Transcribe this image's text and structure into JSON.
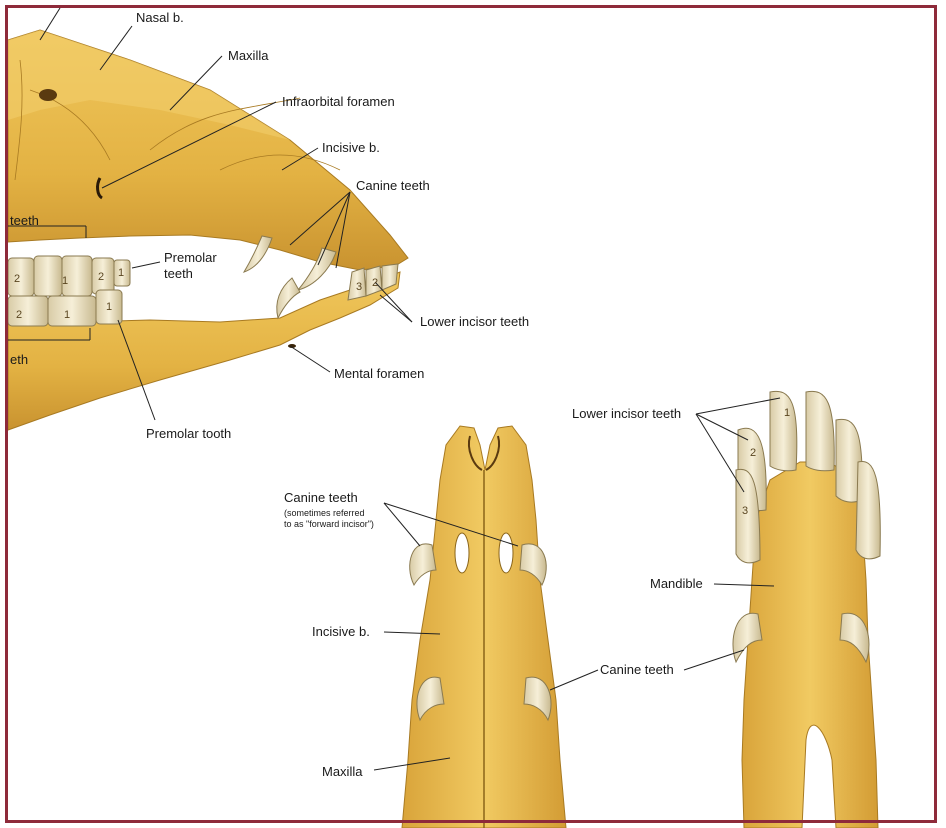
{
  "colors": {
    "border": "#8e2a3a",
    "bone": "#e7b94a",
    "bone_shade": "#c9922a",
    "tooth": "#f2ead0",
    "tooth_shade": "#cbbd96",
    "leader": "#222222"
  },
  "labels": {
    "nasal_bone": "Nasal b.",
    "maxilla_top": "Maxilla",
    "infraorbital_foramen": "Infraorbital foramen",
    "incisive_bone_top": "Incisive b.",
    "canine_teeth_top": "Canine teeth",
    "teeth_partial_upper": "teeth",
    "premolar_teeth_line1": "Premolar",
    "premolar_teeth_line2": "teeth",
    "lower_incisor_teeth_side": "Lower incisor teeth",
    "teeth_partial_lower": "eth",
    "mental_foramen": "Mental foramen",
    "premolar_tooth": "Premolar tooth",
    "lower_incisor_teeth_ventral": "Lower incisor teeth",
    "canine_teeth_middle": "Canine teeth",
    "canine_note_line1": "(sometimes referred",
    "canine_note_line2": "to as \"forward incisor\")",
    "mandible": "Mandible",
    "incisive_bone_middle": "Incisive b.",
    "canine_teeth_bottom": "Canine teeth",
    "maxilla_bottom": "Maxilla"
  },
  "tooth_numbers": {
    "upper_side": [
      "2",
      "1",
      "2",
      "1"
    ],
    "lower_side": [
      "2",
      "1",
      "1"
    ],
    "incisors_side": [
      "3",
      "2"
    ],
    "incisors_ventral": [
      "1",
      "2",
      "3"
    ]
  },
  "icons": [
    "lateral-skull-illustration",
    "maxilla-dorsal-illustration",
    "mandible-ventral-illustration"
  ]
}
